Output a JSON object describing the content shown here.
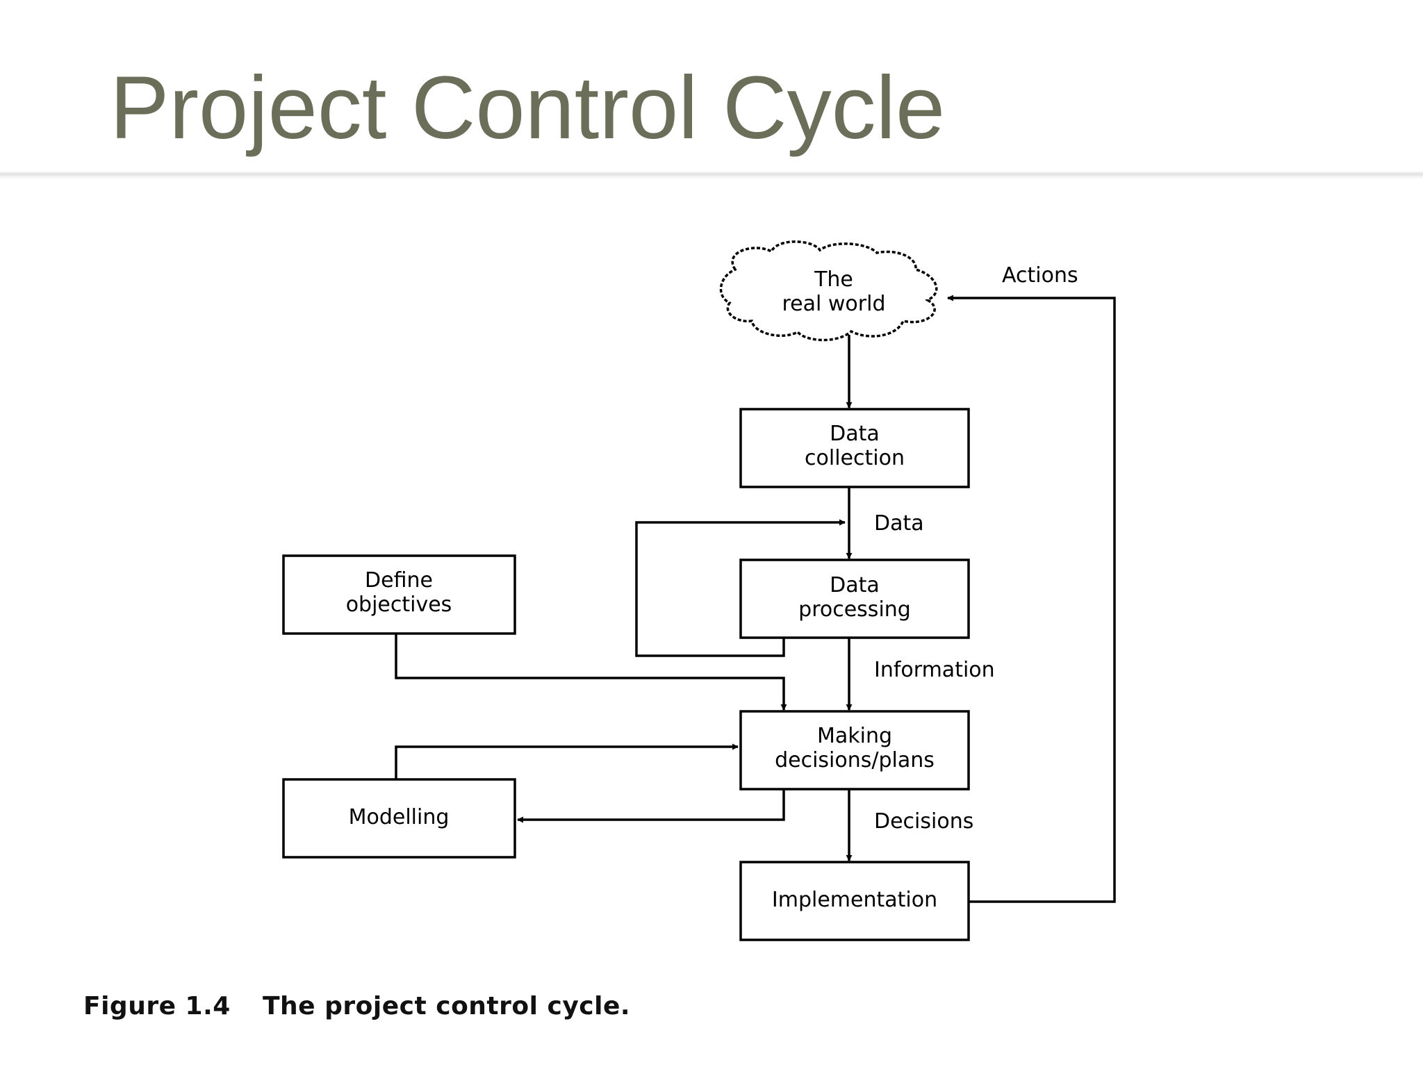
{
  "slide": {
    "title": "Project Control Cycle"
  },
  "diagram": {
    "nodes": {
      "real_world": [
        "The",
        "real world"
      ],
      "data_collection": [
        "Data",
        "collection"
      ],
      "data_processing": [
        "Data",
        "processing"
      ],
      "making_decisions": [
        "Making",
        "decisions/plans"
      ],
      "implementation": [
        "Implementation"
      ],
      "define_objectives": [
        "Define",
        "objectives"
      ],
      "modelling": [
        "Modelling"
      ]
    },
    "edge_labels": {
      "actions": "Actions",
      "data": "Data",
      "information": "Information",
      "decisions": "Decisions"
    }
  },
  "caption": {
    "figure_number": "Figure 1.4",
    "text": "The project control cycle."
  }
}
